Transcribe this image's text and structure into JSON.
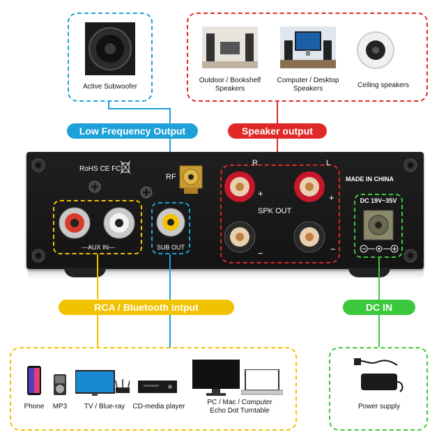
{
  "top_left": {
    "caption": "Active Subwoofer",
    "label": "Low Frequency Output",
    "color": "#1ea0d8"
  },
  "top_right": {
    "label": "Speaker output",
    "color": "#e02828",
    "items": [
      {
        "caption": "Outdoor / Bookshelf\nSpeakers",
        "icon": "bookshelf-speakers-icon"
      },
      {
        "caption": "Computer / Desktop\nSpeakers",
        "icon": "desktop-speakers-icon"
      },
      {
        "caption": "Ceiling speakers",
        "icon": "ceiling-speaker-icon"
      }
    ]
  },
  "amp": {
    "cert": "RoHS CE FC",
    "rf": "RF",
    "r": "R",
    "l": "L",
    "spk_out": "SPK OUT",
    "made_in": "MADE IN CHINA",
    "aux_in": "---AUX IN---",
    "sub_out": "SUB OUT",
    "dc_rating": "DC 19V~35V",
    "plus": "+",
    "minus": "−"
  },
  "bottom_left": {
    "label": "RCA / Bluetooth intput",
    "color": "#f2c200",
    "items": [
      {
        "caption": "Phone"
      },
      {
        "caption": "MP3"
      },
      {
        "caption": "TV / Blue-ray"
      },
      {
        "caption": "CD-media player"
      },
      {
        "caption": "PC / Mac / Computer\nEcho Dot Turntable"
      }
    ]
  },
  "bottom_right": {
    "label": "DC IN",
    "color": "#3cc83c",
    "caption": "Power supply"
  }
}
